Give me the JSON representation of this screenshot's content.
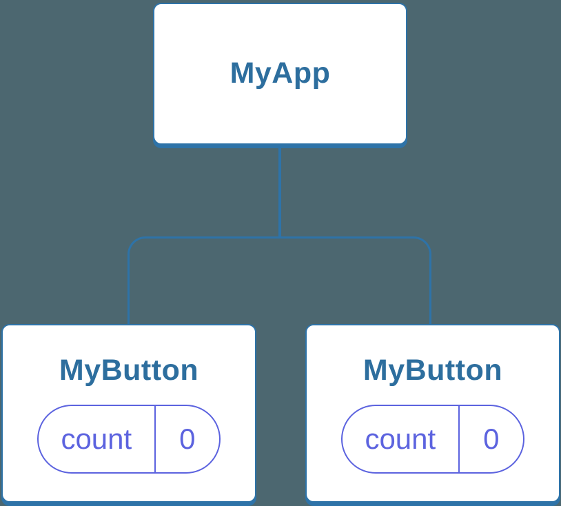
{
  "diagram": {
    "description": "component-tree-diagram",
    "colors": {
      "background": "#4C6770",
      "box_fill": "#FFFFFF",
      "line_blue": "#2E73A8",
      "label_blue": "#2D6E9E",
      "state_purple": "#5C63DF"
    },
    "root": {
      "label": "MyApp"
    },
    "children": [
      {
        "label": "MyButton",
        "state": {
          "name": "count",
          "value": "0"
        }
      },
      {
        "label": "MyButton",
        "state": {
          "name": "count",
          "value": "0"
        }
      }
    ]
  }
}
